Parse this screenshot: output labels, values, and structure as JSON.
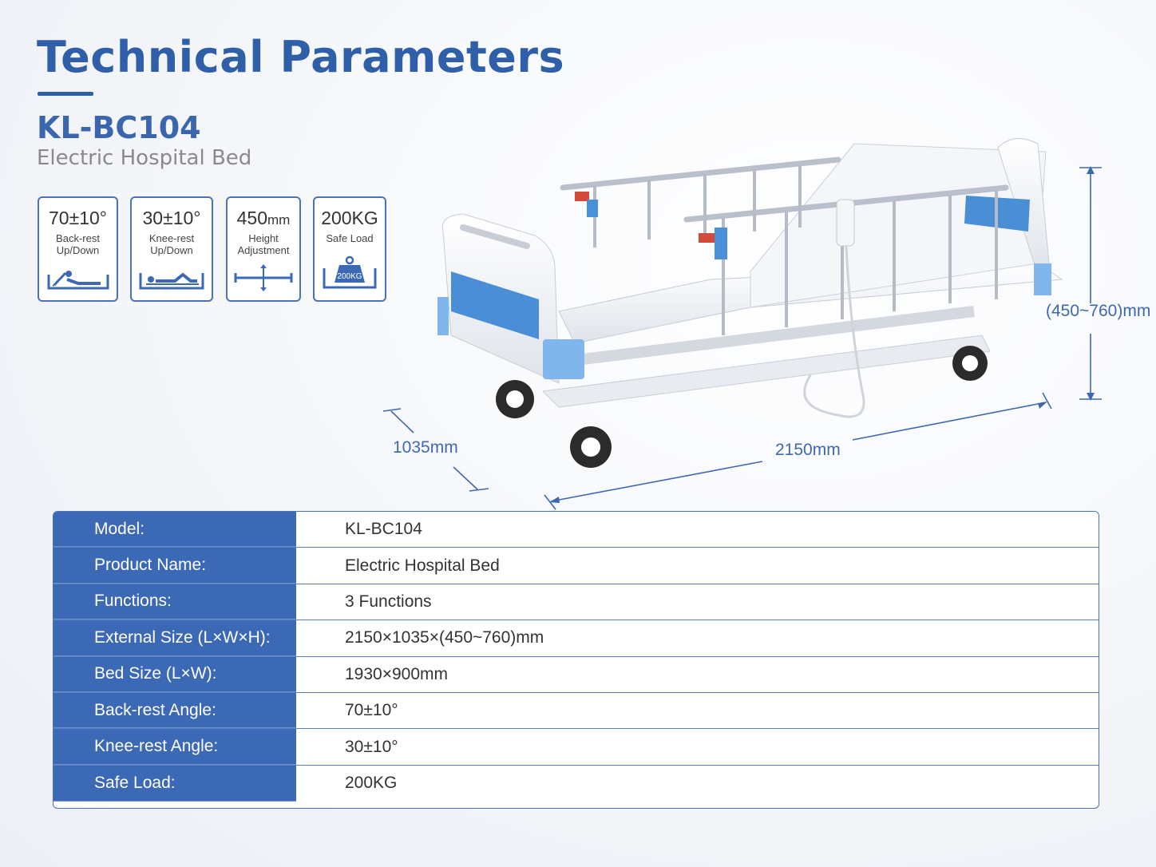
{
  "header": {
    "title": "Technical Parameters",
    "model": "KL-BC104",
    "subtitle": "Electric Hospital Bed"
  },
  "features": [
    {
      "value": "70±10°",
      "unit": "",
      "label1": "Back-rest",
      "label2": "Up/Down",
      "icon": "backrest-icon"
    },
    {
      "value": "30±10°",
      "unit": "",
      "label1": "Knee-rest",
      "label2": "Up/Down",
      "icon": "kneerest-icon"
    },
    {
      "value": "450",
      "unit": "mm",
      "label1": "Height",
      "label2": "Adjustment",
      "icon": "height-icon"
    },
    {
      "value": "200KG",
      "unit": "",
      "label1": "Safe Load",
      "label2": "",
      "icon": "weight-icon",
      "weight_text": "200KG"
    }
  ],
  "dimensions": {
    "height": "(450~760)mm",
    "length": "2150mm",
    "width": "1035mm"
  },
  "specs": [
    {
      "label": "Model:",
      "value": "KL-BC104"
    },
    {
      "label": "Product Name:",
      "value": "Electric Hospital Bed"
    },
    {
      "label": "Functions:",
      "value": "3 Functions"
    },
    {
      "label": "External Size (L×W×H):",
      "value": "2150×1035×(450~760)mm"
    },
    {
      "label": "Bed Size (L×W):",
      "value": "1930×900mm"
    },
    {
      "label": "Back-rest Angle:",
      "value": "70±10°"
    },
    {
      "label": "Knee-rest Angle:",
      "value": "30±10°"
    },
    {
      "label": "Safe Load:",
      "value": "200KG"
    }
  ],
  "colors": {
    "brand": "#2f5fa8",
    "table_label_bg": "#3c69b5",
    "bed_accent": "#4a90d9"
  }
}
